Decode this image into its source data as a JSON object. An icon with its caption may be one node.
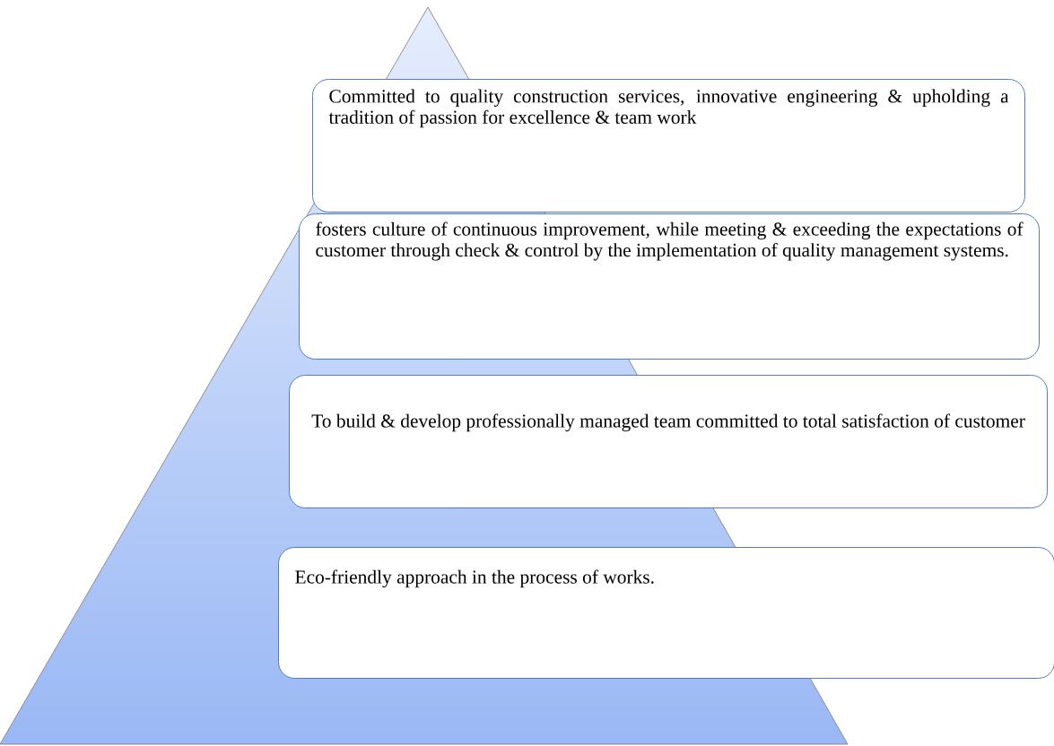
{
  "diagram": {
    "nodes": [
      {
        "text": [
          "Committed to quality construction services, innovative engineering & upholding a tradition of passion for excellence & team work"
        ]
      },
      {
        "text": [
          "fosters culture of continuous improvement, while meeting & exceeding the expectations of customer through check & control by the implementation of quality management systems."
        ]
      },
      {
        "text": [
          "To build & develop professionally managed team committed to total satisfaction of customer"
        ]
      },
      {
        "text": [
          "Eco-friendly approach in the process of works."
        ]
      }
    ]
  }
}
